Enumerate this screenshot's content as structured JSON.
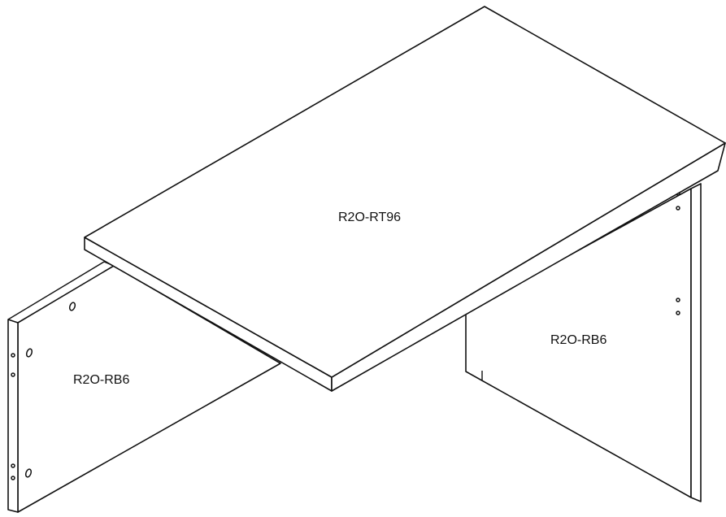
{
  "parts": {
    "top": {
      "label": "R2O-RT96"
    },
    "left_panel": {
      "label": "R2O-RB6"
    },
    "right_panel": {
      "label": "R2O-RB6"
    }
  },
  "colors": {
    "line": "#111111",
    "fill": "#ffffff"
  }
}
